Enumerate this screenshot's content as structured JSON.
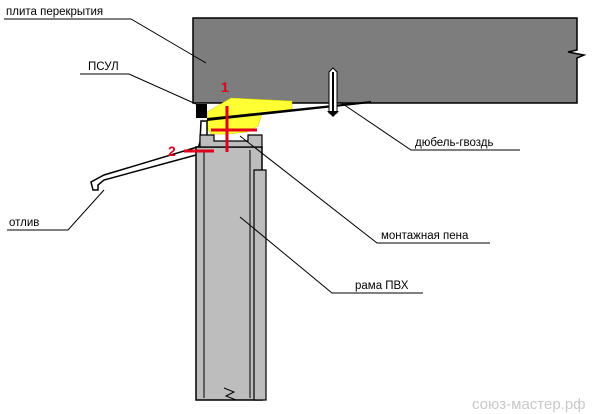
{
  "labels": {
    "slab": "плита перекрытия",
    "psul": "ПСУЛ",
    "dowel": "дюбель-гвоздь",
    "drip": "отлив",
    "foam": "монтажная пена",
    "frame": "рама ПВХ"
  },
  "markers": {
    "one": "1",
    "two": "2"
  },
  "watermark": "союз-мастер.рф",
  "colors": {
    "concrete": "#7d7d7d",
    "frame": "#bdbdbd",
    "foam": "#ffff33",
    "marker": "#e0001b",
    "line": "#000000"
  }
}
